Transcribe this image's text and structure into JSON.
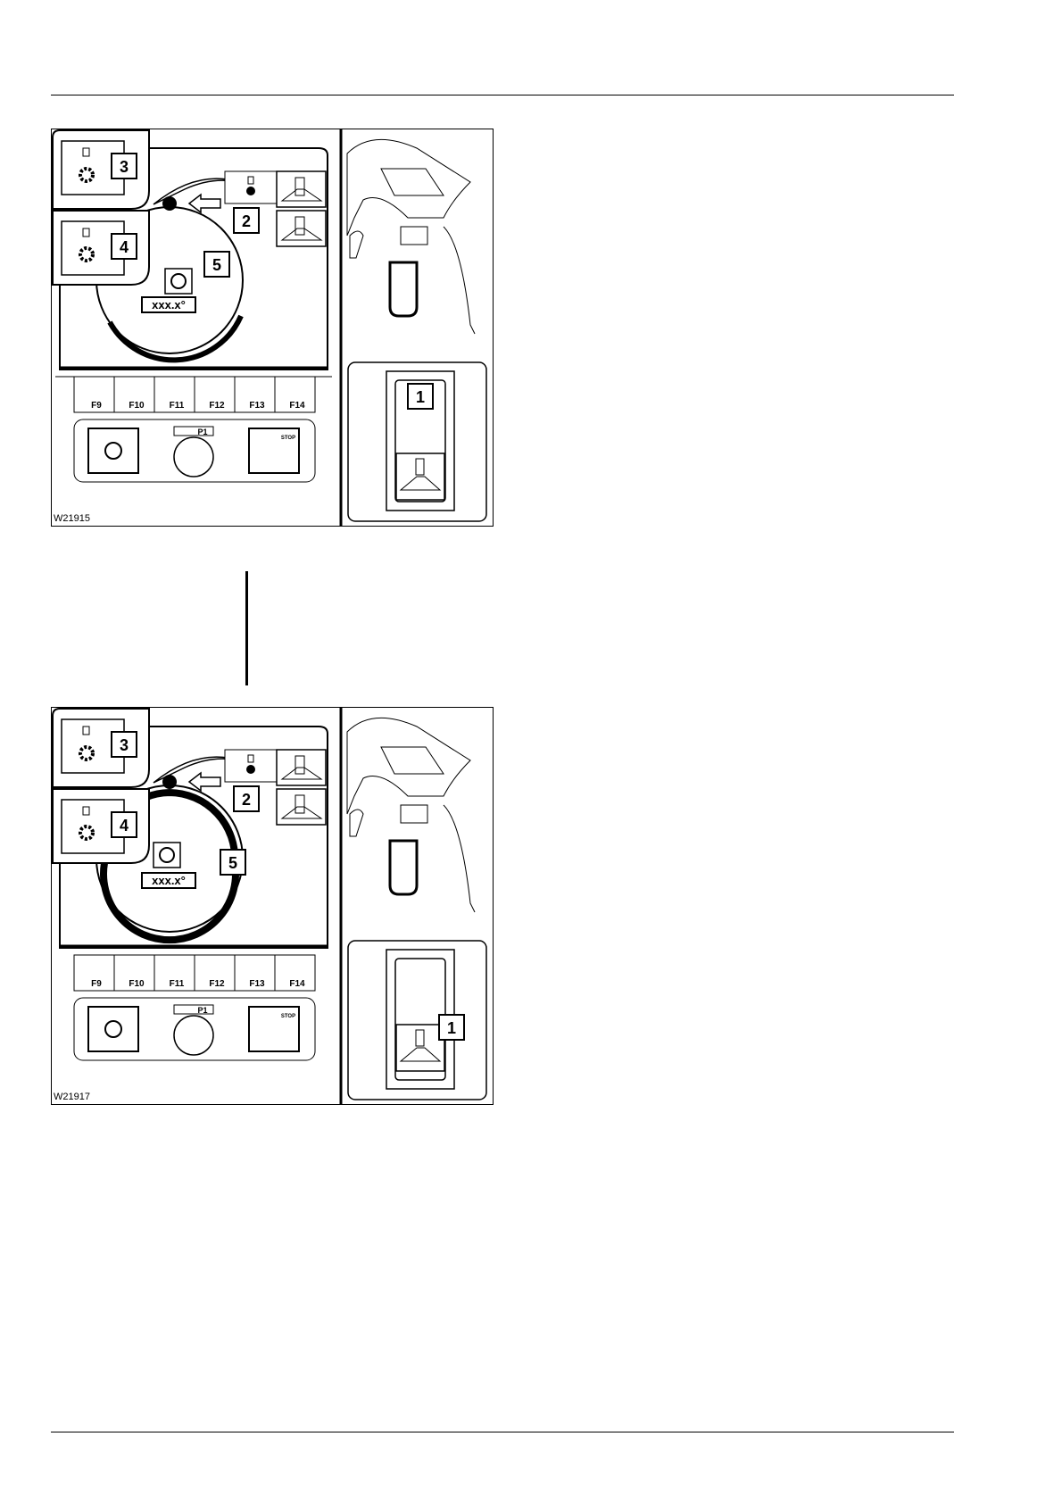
{
  "figures": [
    {
      "id_label": "W21915",
      "variant": "partial",
      "fkeys": [
        "F9",
        "F10",
        "F11",
        "F12",
        "F13",
        "F14"
      ],
      "callouts": {
        "c1": "1",
        "c2": "2",
        "c3": "3",
        "c4": "4",
        "c5": "5"
      },
      "readout": "xxx.x°",
      "knob_label": "P1",
      "stop_label": "STOP"
    },
    {
      "id_label": "W21917",
      "variant": "full",
      "fkeys": [
        "F9",
        "F10",
        "F11",
        "F12",
        "F13",
        "F14"
      ],
      "callouts": {
        "c1": "1",
        "c2": "2",
        "c3": "3",
        "c4": "4",
        "c5": "5"
      },
      "readout": "xxx.x°",
      "knob_label": "P1",
      "stop_label": "STOP"
    }
  ]
}
